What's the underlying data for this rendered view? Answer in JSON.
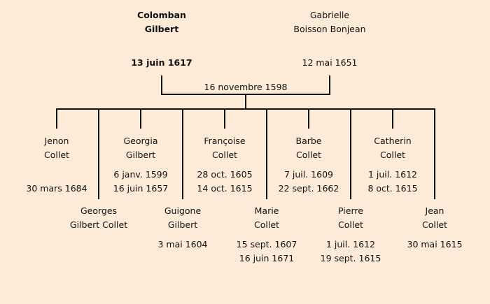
{
  "parents": {
    "father": {
      "first": "Colomban",
      "last": "Gilbert",
      "date": "13 juin 1617"
    },
    "mother": {
      "first": "Gabrielle",
      "last": "Boisson Bonjean",
      "date": "12 mai 1651"
    },
    "marriage_date": "16 novembre 1598"
  },
  "children": [
    {
      "first": "Jenon",
      "last": "Collet",
      "birth": "",
      "death": "30 mars 1684"
    },
    {
      "first": "Georges",
      "last": "Gilbert Collet",
      "birth": "",
      "death": ""
    },
    {
      "first": "Georgia",
      "last": "Gilbert",
      "birth": "6 janv. 1599",
      "death": "16 juin 1657"
    },
    {
      "first": "Guigone",
      "last": "Gilbert",
      "birth": "3 mai 1604",
      "death": ""
    },
    {
      "first": "Françoise",
      "last": "Collet",
      "birth": "28 oct. 1605",
      "death": "14 oct. 1615"
    },
    {
      "first": "Marie",
      "last": "Collet",
      "birth": "15 sept. 1607",
      "death": "16 juin 1671"
    },
    {
      "first": "Barbe",
      "last": "Collet",
      "birth": "7 juil. 1609",
      "death": "22 sept. 1662"
    },
    {
      "first": "Pierre",
      "last": "Collet",
      "birth": "1 juil. 1612",
      "death": "19 sept. 1615"
    },
    {
      "first": "Catherin",
      "last": "Collet",
      "birth": "1 juil. 1612",
      "death": "8 oct. 1615"
    },
    {
      "first": "Jean",
      "last": "Collet",
      "birth": "30 mai 1615",
      "death": ""
    }
  ]
}
